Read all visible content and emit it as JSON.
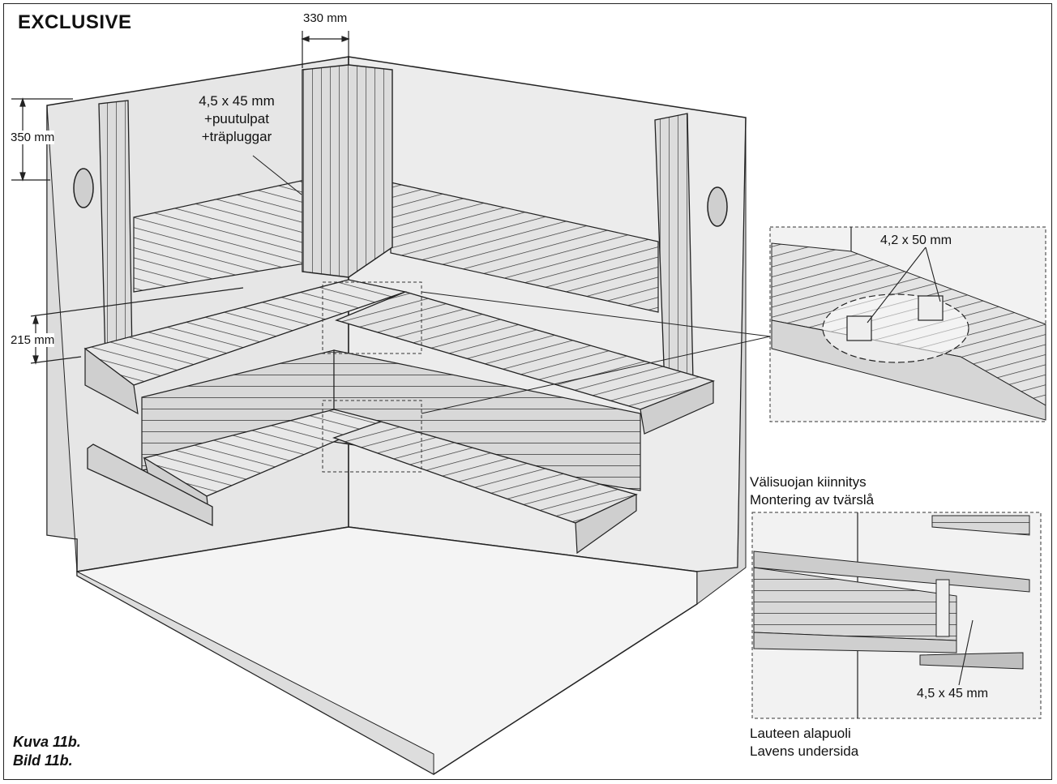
{
  "title": "EXCLUSIVE",
  "dimensions": {
    "top_width": "330 mm",
    "left_upper": "350 mm",
    "left_lower": "215 mm"
  },
  "callouts": {
    "screw_main": "4,5 x 45 mm",
    "plugs_fi": "+puutulpat",
    "plugs_sv": "+träpluggar",
    "detail_screw": "4,2 x 50 mm",
    "crossbar_screw": "4,5 x 45 mm"
  },
  "captions": {
    "crossbar_fi": "Välisuojan kiinnitys",
    "crossbar_sv": "Montering av tvärslå",
    "underside_fi": "Lauteen alapuoli",
    "underside_sv": "Lavens undersida"
  },
  "figure": {
    "fi": "Kuva 11b.",
    "sv": "Bild 11b."
  }
}
